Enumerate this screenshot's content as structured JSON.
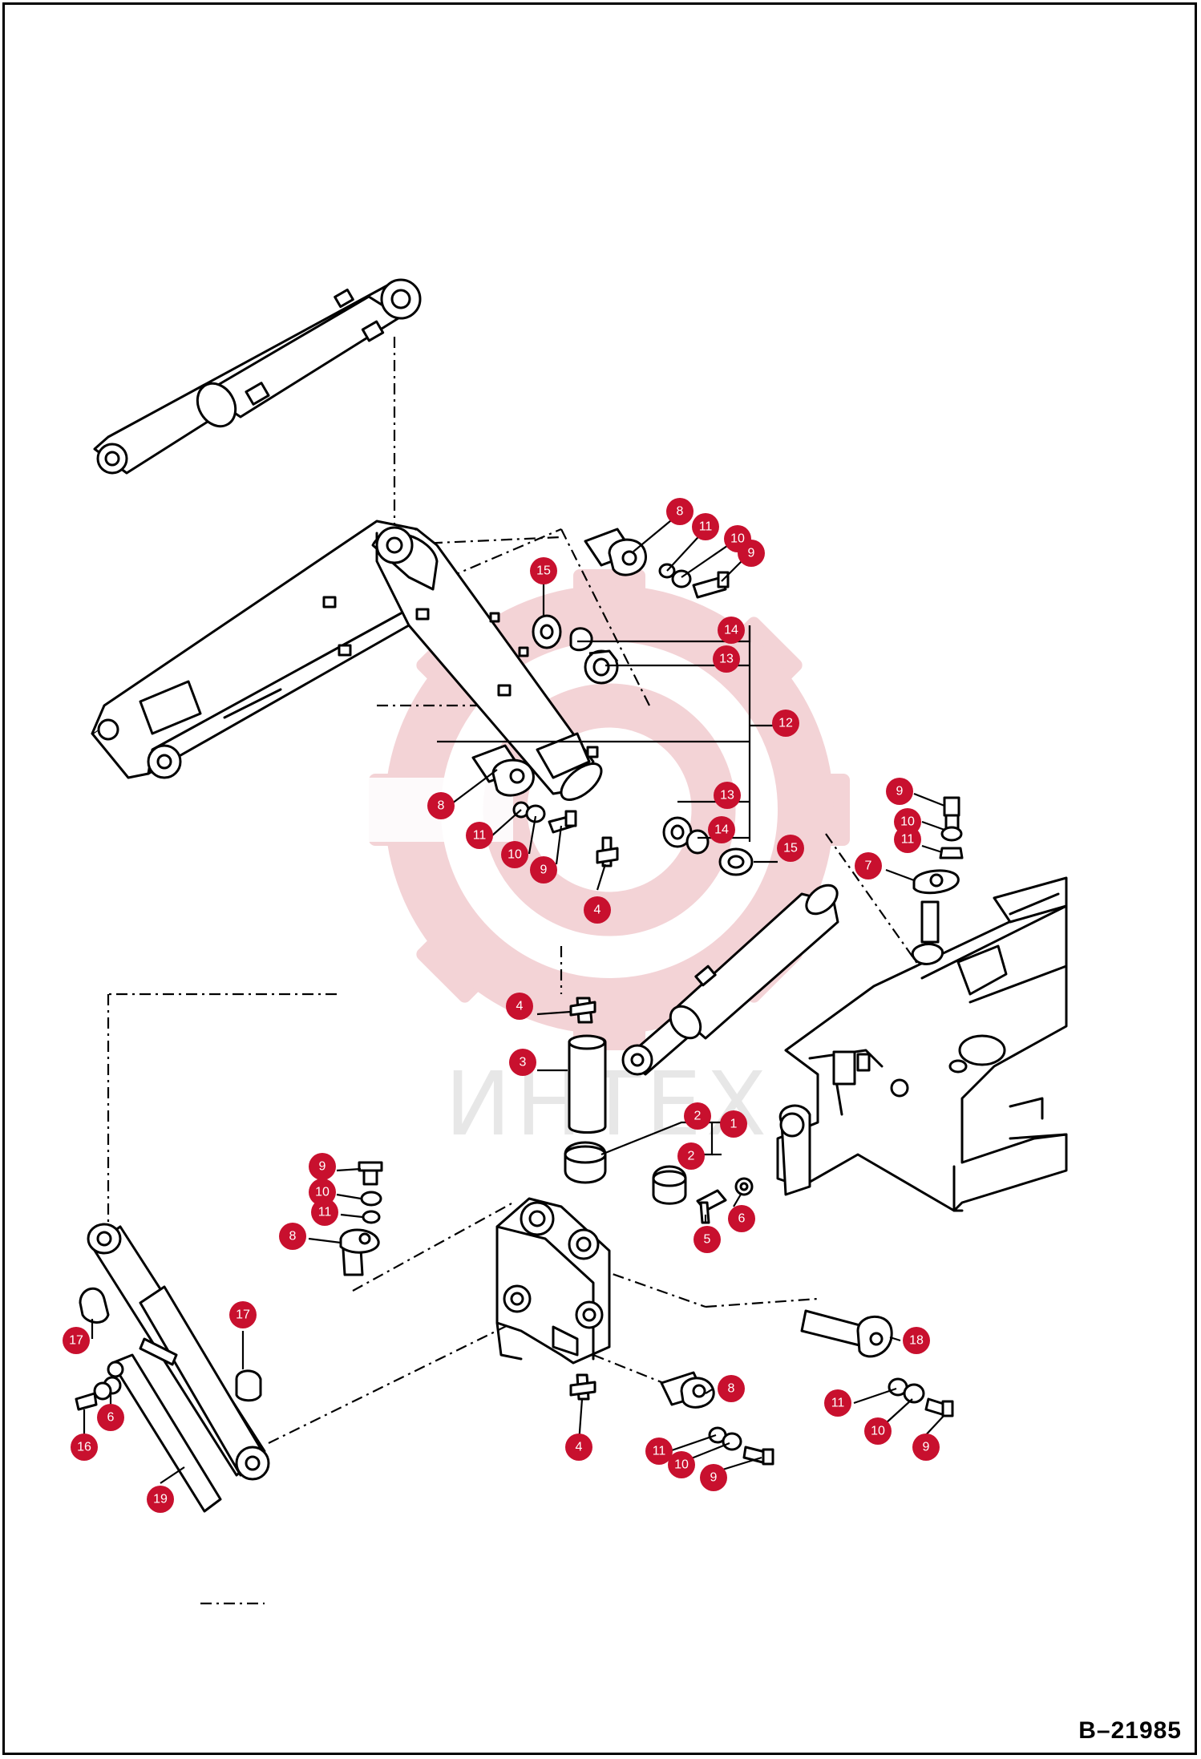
{
  "figure_id": "B–21985",
  "watermark": {
    "text": "ИНТЕХ",
    "gear_color": "#e8b4b8"
  },
  "callout_color": "#c8102e",
  "callouts": [
    {
      "label": "8"
    },
    {
      "label": "11"
    },
    {
      "label": "10"
    },
    {
      "label": "9"
    },
    {
      "label": "15"
    },
    {
      "label": "14"
    },
    {
      "label": "13"
    },
    {
      "label": "12"
    },
    {
      "label": "8"
    },
    {
      "label": "11"
    },
    {
      "label": "10"
    },
    {
      "label": "9"
    },
    {
      "label": "4"
    },
    {
      "label": "13"
    },
    {
      "label": "14"
    },
    {
      "label": "15"
    },
    {
      "label": "9"
    },
    {
      "label": "10"
    },
    {
      "label": "11"
    },
    {
      "label": "7"
    },
    {
      "label": "4"
    },
    {
      "label": "3"
    },
    {
      "label": "2"
    },
    {
      "label": "1"
    },
    {
      "label": "2"
    },
    {
      "label": "6"
    },
    {
      "label": "5"
    },
    {
      "label": "9"
    },
    {
      "label": "10"
    },
    {
      "label": "11"
    },
    {
      "label": "8"
    },
    {
      "label": "17"
    },
    {
      "label": "17"
    },
    {
      "label": "6"
    },
    {
      "label": "16"
    },
    {
      "label": "19"
    },
    {
      "label": "4"
    },
    {
      "label": "8"
    },
    {
      "label": "11"
    },
    {
      "label": "10"
    },
    {
      "label": "9"
    },
    {
      "label": "18"
    },
    {
      "label": "11"
    },
    {
      "label": "10"
    },
    {
      "label": "9"
    }
  ],
  "icons": [
    "boom-cylinder",
    "boom-arm",
    "swing-frame",
    "swing-cylinder",
    "swing-bracket",
    "bucket-link",
    "pin",
    "bushing",
    "bolt",
    "grease-fitting",
    "gear-watermark"
  ]
}
